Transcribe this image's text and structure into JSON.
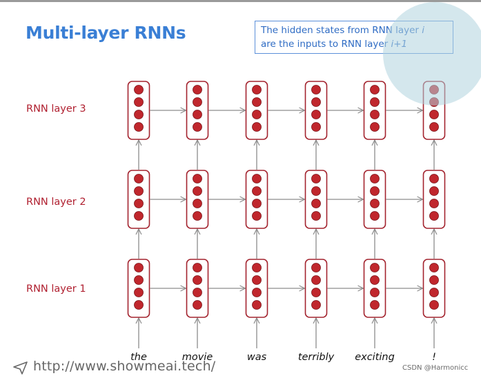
{
  "title": "Multi-layer RNNs",
  "callout": {
    "line1_prefix": "The hidden states from RNN layer ",
    "line1_var": "i",
    "line2_prefix": "are the inputs to RNN layer ",
    "line2_var": "i+1"
  },
  "layers": [
    {
      "label": "RNN layer 3"
    },
    {
      "label": "RNN layer 2"
    },
    {
      "label": "RNN layer 1"
    }
  ],
  "words": [
    "the",
    "movie",
    "was",
    "terribly",
    "exciting",
    "!"
  ],
  "footer_url": "http://www.showmeai.tech/",
  "watermark": "CSDN @Harmonicc",
  "colors": {
    "title": "#3a7fd5",
    "cell_border": "#a3232e",
    "cell_fill": "#c0272d",
    "arrow": "#8c8c8c",
    "label": "#b02030",
    "highlight": "#b0d4de"
  },
  "icons": {
    "footer": "cursor-arrow-icon"
  }
}
